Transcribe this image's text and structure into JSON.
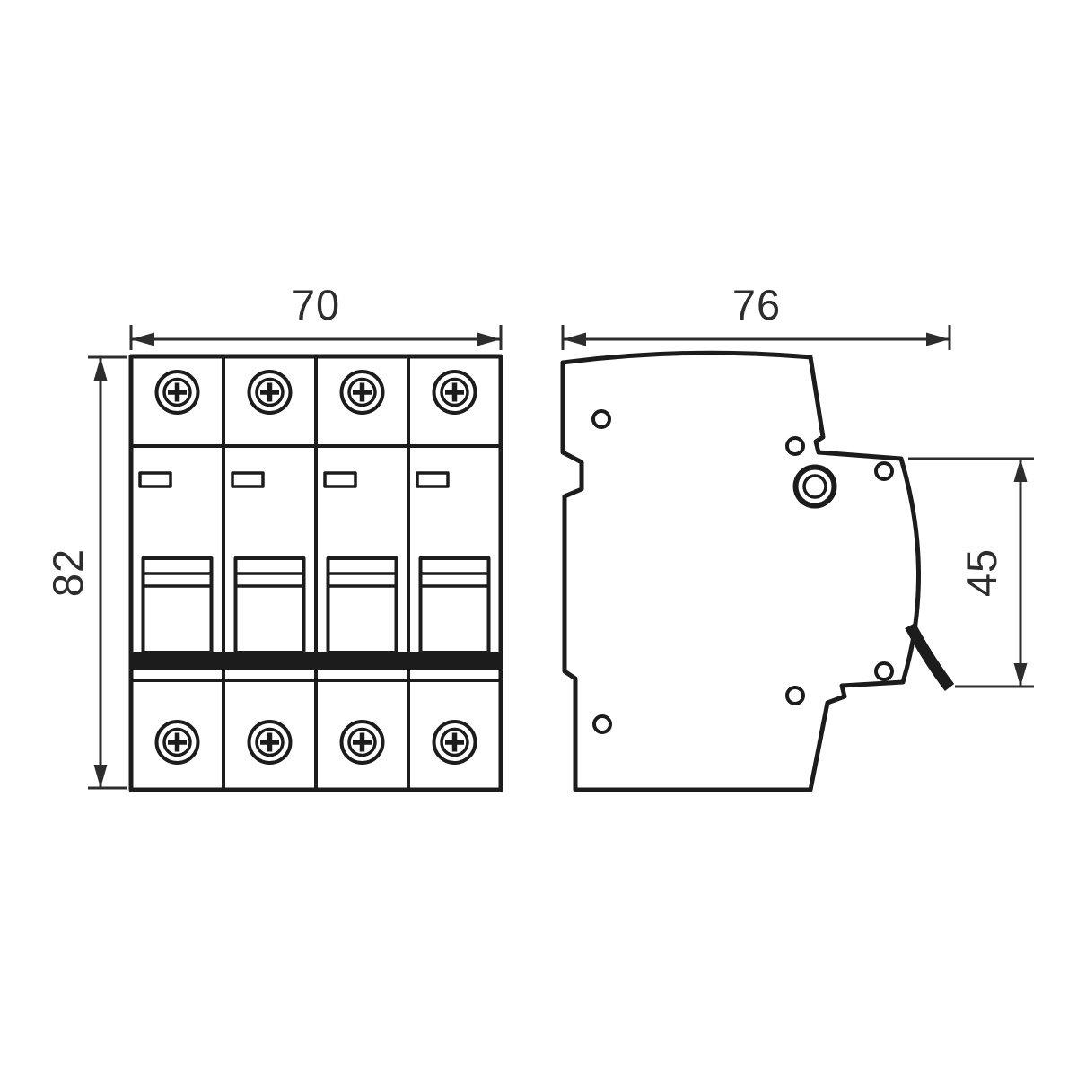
{
  "diagram": {
    "dimensions": {
      "front_width": "70",
      "front_height": "82",
      "side_depth": "76",
      "side_front_height": "45"
    },
    "colors": {
      "line": "#1c1c1c",
      "dimension": "#2d2d2d",
      "background": "#ffffff"
    }
  }
}
